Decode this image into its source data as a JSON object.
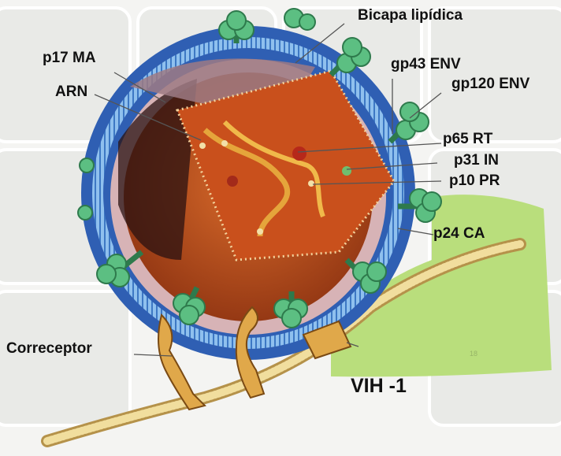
{
  "labels": {
    "bilayer": "Bicapa lipídica",
    "p17": "p17 MA",
    "arn": "ARN",
    "gp43": "gp43 ENV",
    "gp120": "gp120 ENV",
    "p65": "p65 RT",
    "p31": "p31 IN",
    "p10": "p10 PR",
    "p24": "p24 CA",
    "coreceptor": "Correceptor",
    "title": "VIH -1"
  },
  "colors": {
    "envelope_blue": "#2f5fb3",
    "bilayer_light": "#7fb3e8",
    "glycoprotein_green": "#5cbf82",
    "capsid_orange": "#c9501c",
    "capsid_dark": "#7a2a10",
    "membrane_tan": "#e8cf8a",
    "cell_green": "#b9de7c"
  }
}
